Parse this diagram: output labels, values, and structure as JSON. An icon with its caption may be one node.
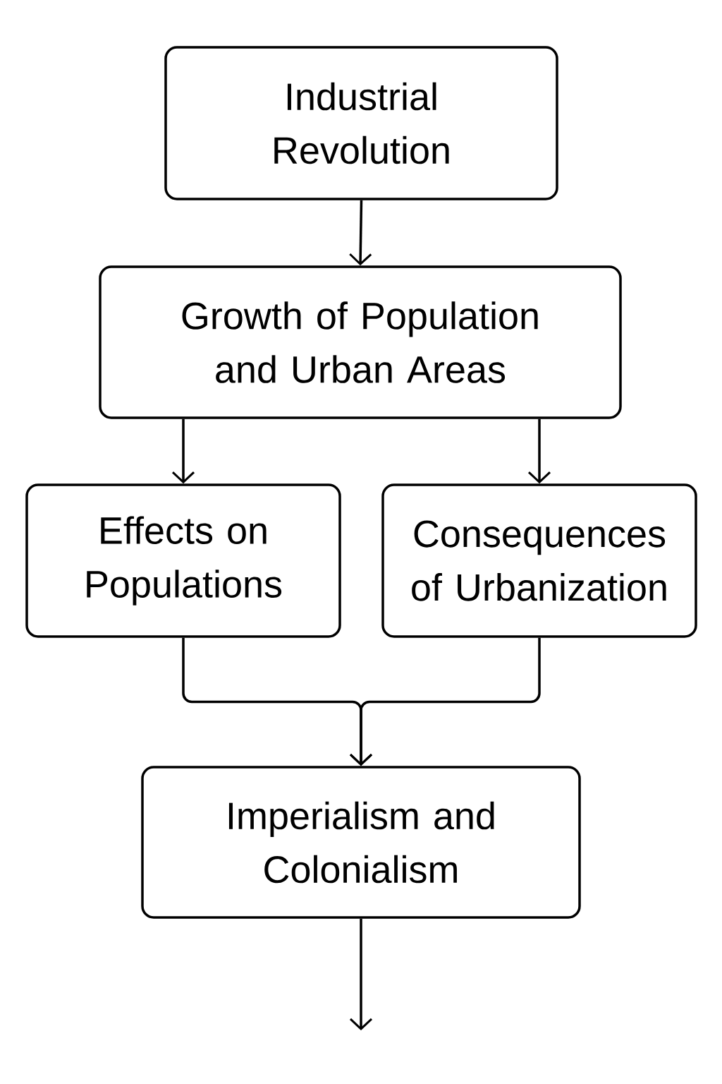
{
  "diagram": {
    "nodes": [
      {
        "text": [
          "Industrial Revolution"
        ]
      },
      {
        "text": [
          "Growth of Population and Urban Areas"
        ]
      },
      {
        "text": [
          "Effects on Populations"
        ]
      },
      {
        "text": [
          "Consequences of Urbanization"
        ]
      },
      {
        "text": [
          "Imperialism and Colonialism"
        ]
      }
    ],
    "edges": [
      {
        "from": 0,
        "to": 1,
        "arrow": "to"
      },
      {
        "from": 1,
        "to": 2,
        "arrow": "to"
      },
      {
        "from": 1,
        "to": 3,
        "arrow": "to"
      },
      {
        "from": 2,
        "to": 4,
        "arrow": "to"
      },
      {
        "from": 3,
        "to": 4,
        "arrow": "to"
      },
      {
        "from": 4,
        "to": null,
        "arrow": "to"
      }
    ]
  }
}
